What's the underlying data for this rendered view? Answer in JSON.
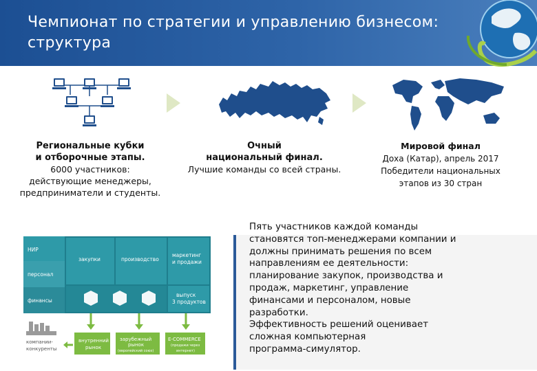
{
  "header": {
    "title": "Чемпионат по стратегии и управлению бизнесом: структура"
  },
  "stages": [
    {
      "title_line1": "Региональные кубки",
      "title_line2": "и отборочные этапы.",
      "text_line1": "6000 участников:",
      "text_line2": "действующие менеджеры,",
      "text_line3": "предприниматели и студенты."
    },
    {
      "title_line1": "Очный",
      "title_line2": "национальный финал.",
      "text_line1": "Лучшие команды со всей страны."
    },
    {
      "title_line1": "Мировой финал",
      "text_line1": "Доха (Катар), апрель 2017",
      "text_line2": "Победители национальных",
      "text_line3": "этапов из 30 стран"
    }
  ],
  "diagram": {
    "labels": {
      "hr": "НИР",
      "personnel": "персонал",
      "finance": "финансы",
      "purchases": "закупки",
      "production": "производство",
      "marketing1": "маркетинг",
      "marketing2": "и продажи",
      "output1": "выпуск",
      "output2": "3 продуктов",
      "competitors1": "компании-",
      "competitors2": "конкуренты",
      "internal1": "внутренний",
      "internal2": "рынок",
      "foreign1": "зарубежный",
      "foreign2": "рынок",
      "foreign3": "(европейский союз)",
      "ecommerce1": "E-COMMERCE",
      "ecommerce2": "(продажи через",
      "ecommerce3": "интернет)"
    }
  },
  "description": [
    "Пять участников каждой команды",
    "становятся топ-менеджерами компании и",
    "должны принимать решения по всем",
    "направлениям ее деятельности:",
    "планирование закупок, производства и",
    "продаж, маркетинг, управление",
    "финансами и персоналом, новые",
    "разработки.",
    "Эффективность решений оценивает",
    "сложная компьютерная",
    "программа-симулятор."
  ],
  "colors": {
    "header": "#2a5d9f",
    "icon": "#1f4e8c",
    "arrow": "#dfe8c4",
    "teal_dark": "#1f7e8d",
    "teal_mid": "#2e9aa8",
    "teal_light": "#8cc8d0",
    "green": "#7dbb42"
  }
}
